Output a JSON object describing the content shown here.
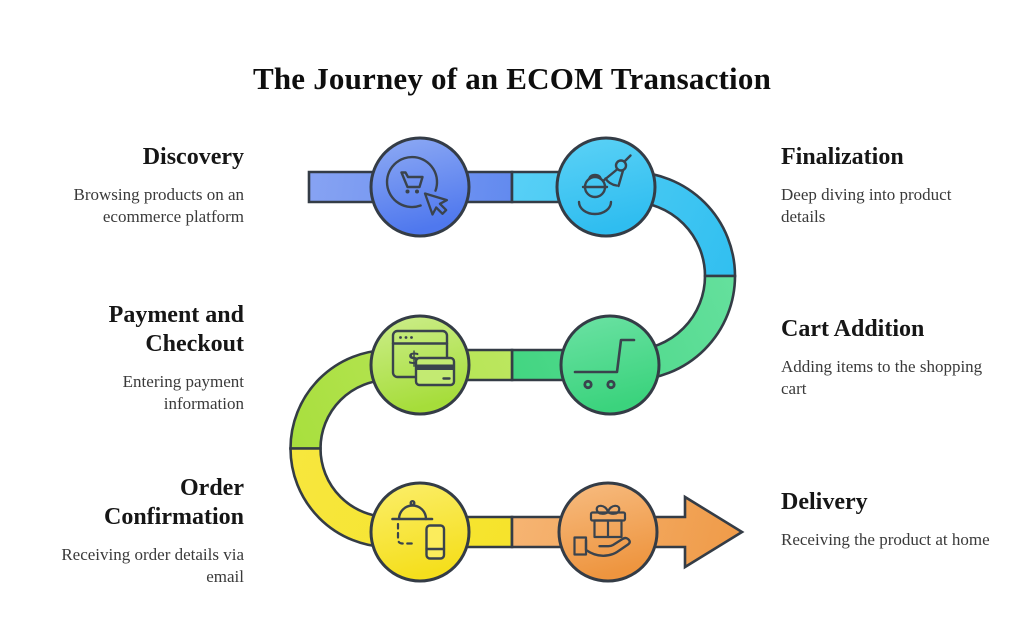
{
  "title": "The Journey of an ECOM Transaction",
  "stages": [
    {
      "id": "discovery",
      "heading": "Discovery",
      "description": "Browsing products on an ecommerce platform",
      "side": "left",
      "icon": "cart-with-cursor-icon",
      "color": "#6d94f0"
    },
    {
      "id": "finalization",
      "heading": "Finalization",
      "description": "Deep diving into product details",
      "side": "right",
      "icon": "person-inspecting-icon",
      "color": "#45c7f2"
    },
    {
      "id": "cart-addition",
      "heading": "Cart Addition",
      "description": "Adding items to the shopping cart",
      "side": "right",
      "icon": "shopping-cart-icon",
      "color": "#52d98c"
    },
    {
      "id": "payment-checkout",
      "heading": "Payment and Checkout",
      "description": "Entering payment information",
      "side": "left",
      "icon": "payment-window-card-icon",
      "color": "#b3e34e"
    },
    {
      "id": "order-confirmation",
      "heading": "Order Confirmation",
      "description": "Receiving order details via email",
      "side": "left",
      "icon": "dish-and-phone-icon",
      "color": "#f8e83a"
    },
    {
      "id": "delivery",
      "heading": "Delivery",
      "description": "Receiving the product at home",
      "side": "right",
      "icon": "gift-on-hand-icon",
      "color": "#f3a55a"
    }
  ],
  "icons": {
    "payment_symbol": "$"
  },
  "colors": {
    "outline": "#343c46",
    "icon_stroke": "#3a434d",
    "blue": "#6d94f0",
    "cyan": "#45c7f2",
    "green": "#52d98c",
    "lime": "#b3e34e",
    "yellow": "#f8e83a",
    "orange": "#f3a55a"
  }
}
